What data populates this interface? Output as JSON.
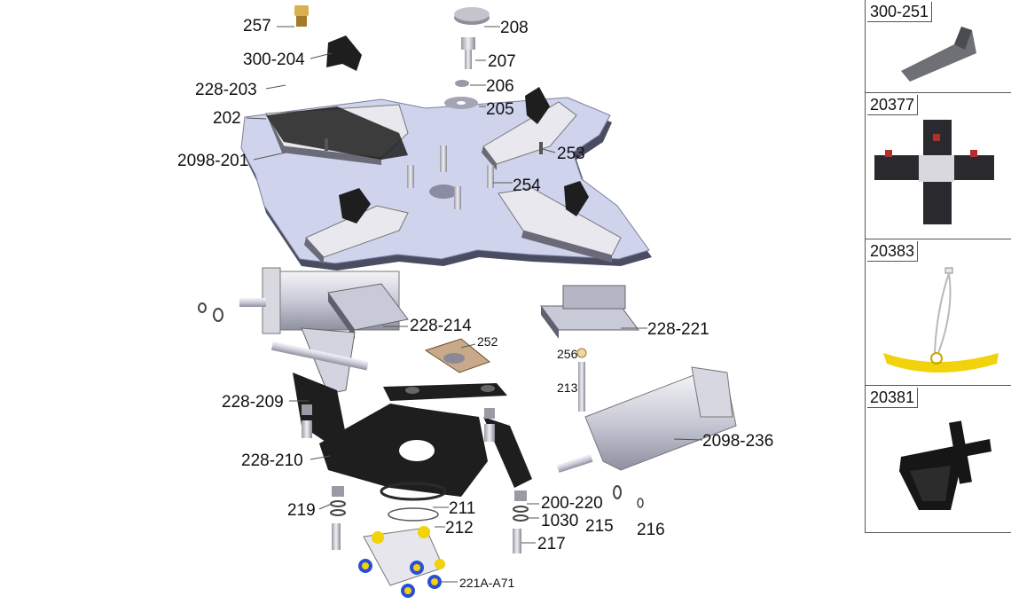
{
  "diagram": {
    "callouts": {
      "c257": "257",
      "c300_204": "300-204",
      "c228_203": "228-203",
      "c202": "202",
      "c2098_201": "2098-201",
      "c208": "208",
      "c207": "207",
      "c206": "206",
      "c205": "205",
      "c253": "253",
      "c254": "254",
      "c228_214": "228-214",
      "c252": "252",
      "c228_221": "228-221",
      "c256": "256",
      "c213": "213",
      "c228_209": "228-209",
      "c2098_236": "2098-236",
      "c228_210": "228-210",
      "c219": "219",
      "c211": "211",
      "c212": "212",
      "c200_220": "200-220",
      "c1030": "1030",
      "c215": "215",
      "c216": "216",
      "c217": "217",
      "c221A_A71": "221A-A71"
    }
  },
  "accessories": [
    {
      "label": "300-251",
      "icon": "jaw-protector-icon"
    },
    {
      "label": "20377",
      "icon": "clamp-extension-icon"
    },
    {
      "label": "20383",
      "icon": "rim-protector-icon"
    },
    {
      "label": "20381",
      "icon": "bead-pressing-tool-icon"
    }
  ],
  "colors": {
    "plate": "#cfd3ec",
    "dark_part": "#1c1c1c",
    "brass": "#c8a040",
    "yellow": "#f2d20a",
    "blue": "#2a4fd6"
  }
}
